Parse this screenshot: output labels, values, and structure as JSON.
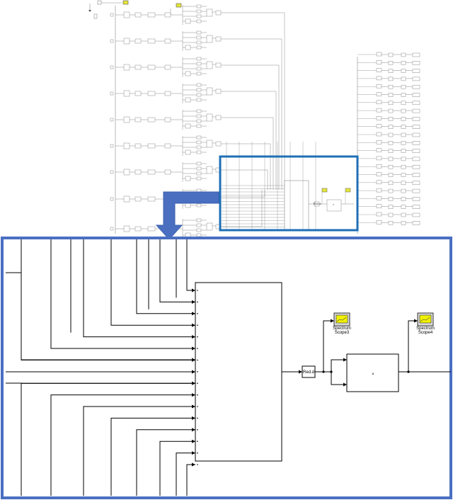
{
  "diagram": {
    "kind": "simulink-model-overview-with-zoom-inset",
    "zoom": {
      "highlight_color": "#1f6fb5",
      "inset_border_color": "#4a6fc1",
      "arrow_color": "#4a6fc1"
    },
    "blocks": {
      "red_block_label": "Red.d",
      "product_symbol": "×",
      "scope3": {
        "line1": "Spectrum",
        "line2": "Scope3"
      },
      "scope4": {
        "line1": "Spectrum",
        "line2": "Scope4"
      }
    },
    "overview": {
      "mini_red_label": "Red.d",
      "mini_product_symbol": "×"
    }
  }
}
